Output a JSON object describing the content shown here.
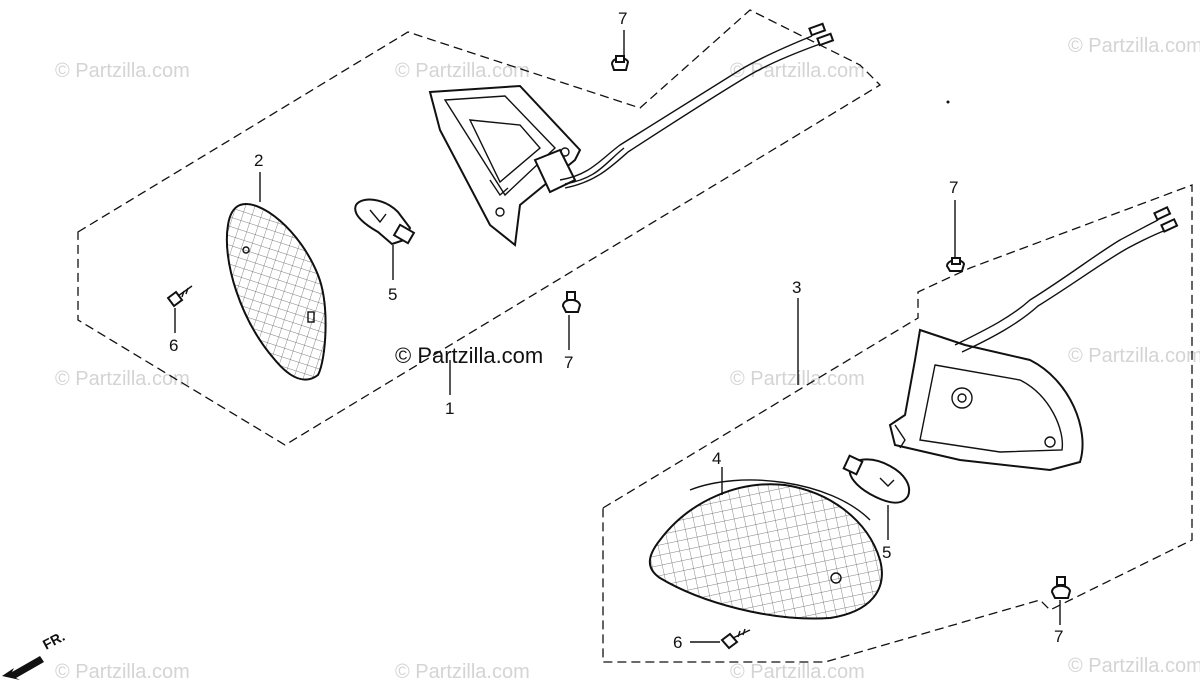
{
  "watermarks": {
    "top_left": "© Partzilla.com",
    "top_center": "© Partzilla.com",
    "top_right_mid": "© Partzilla.com",
    "top_right": "© Partzilla.com",
    "mid_left": "© Partzilla.com",
    "center": "© Partzilla.com",
    "mid_right_mid": "© Partzilla.com",
    "mid_right": "© Partzilla.com",
    "bottom_left": "© Partzilla.com",
    "bottom_center": "© Partzilla.com",
    "bottom_right_mid": "© Partzilla.com",
    "bottom_right": "© Partzilla.com"
  },
  "callouts": {
    "c1": "1",
    "c2": "2",
    "c3": "3",
    "c4": "4",
    "c5_left": "5",
    "c5_right": "5",
    "c6_left": "6",
    "c6_right": "6",
    "c7_top": "7",
    "c7_mid": "7",
    "c7_right_top": "7",
    "c7_right_bottom": "7"
  },
  "direction_marker": {
    "label": "FR."
  }
}
